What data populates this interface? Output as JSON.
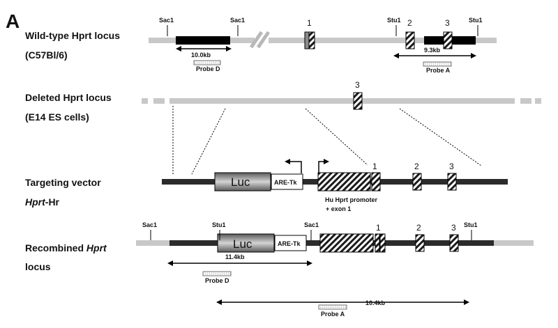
{
  "panel_label": "A",
  "colors": {
    "light_line": "#c8c8c8",
    "dark_line": "#2b2b2b",
    "black_block": "#000000",
    "luc_fill": "#8a8a8a"
  },
  "rows": {
    "wildtype": {
      "label": "Wild-type Hprt locus",
      "sublabel": "(C57Bl/6)",
      "sites": [
        "Sac1",
        "Sac1",
        "Stu1",
        "Stu1"
      ],
      "exons": [
        "1",
        "2",
        "3"
      ],
      "distances": [
        "10.0kb",
        "9.3kb"
      ],
      "probes": [
        "Probe D",
        "Probe A"
      ]
    },
    "deleted": {
      "label": "Deleted Hprt locus",
      "sublabel": "(E14 ES cells)",
      "exons": [
        "3"
      ]
    },
    "vector": {
      "label": "Targeting vector",
      "sublabel_italic": "Hprt",
      "sublabel_rest": "-Hr",
      "elements": {
        "luc": "Luc",
        "aretk": "ARE-Tk"
      },
      "promoter_note_1": "Hu Hprt promoter",
      "promoter_note_2": "+ exon 1",
      "exons": [
        "1",
        "2",
        "3"
      ]
    },
    "recombined": {
      "label_prefix": "Recombined ",
      "label_italic": "Hprt",
      "sublabel": "locus",
      "sites": [
        "Sac1",
        "Stu1",
        "Sac1",
        "Stu1"
      ],
      "elements": {
        "luc": "Luc",
        "aretk": "ARE-Tk"
      },
      "exons": [
        "1",
        "2",
        "3"
      ],
      "distances": [
        "11.4kb",
        "10.4kb"
      ],
      "probes": [
        "Probe D",
        "Probe A"
      ]
    }
  }
}
